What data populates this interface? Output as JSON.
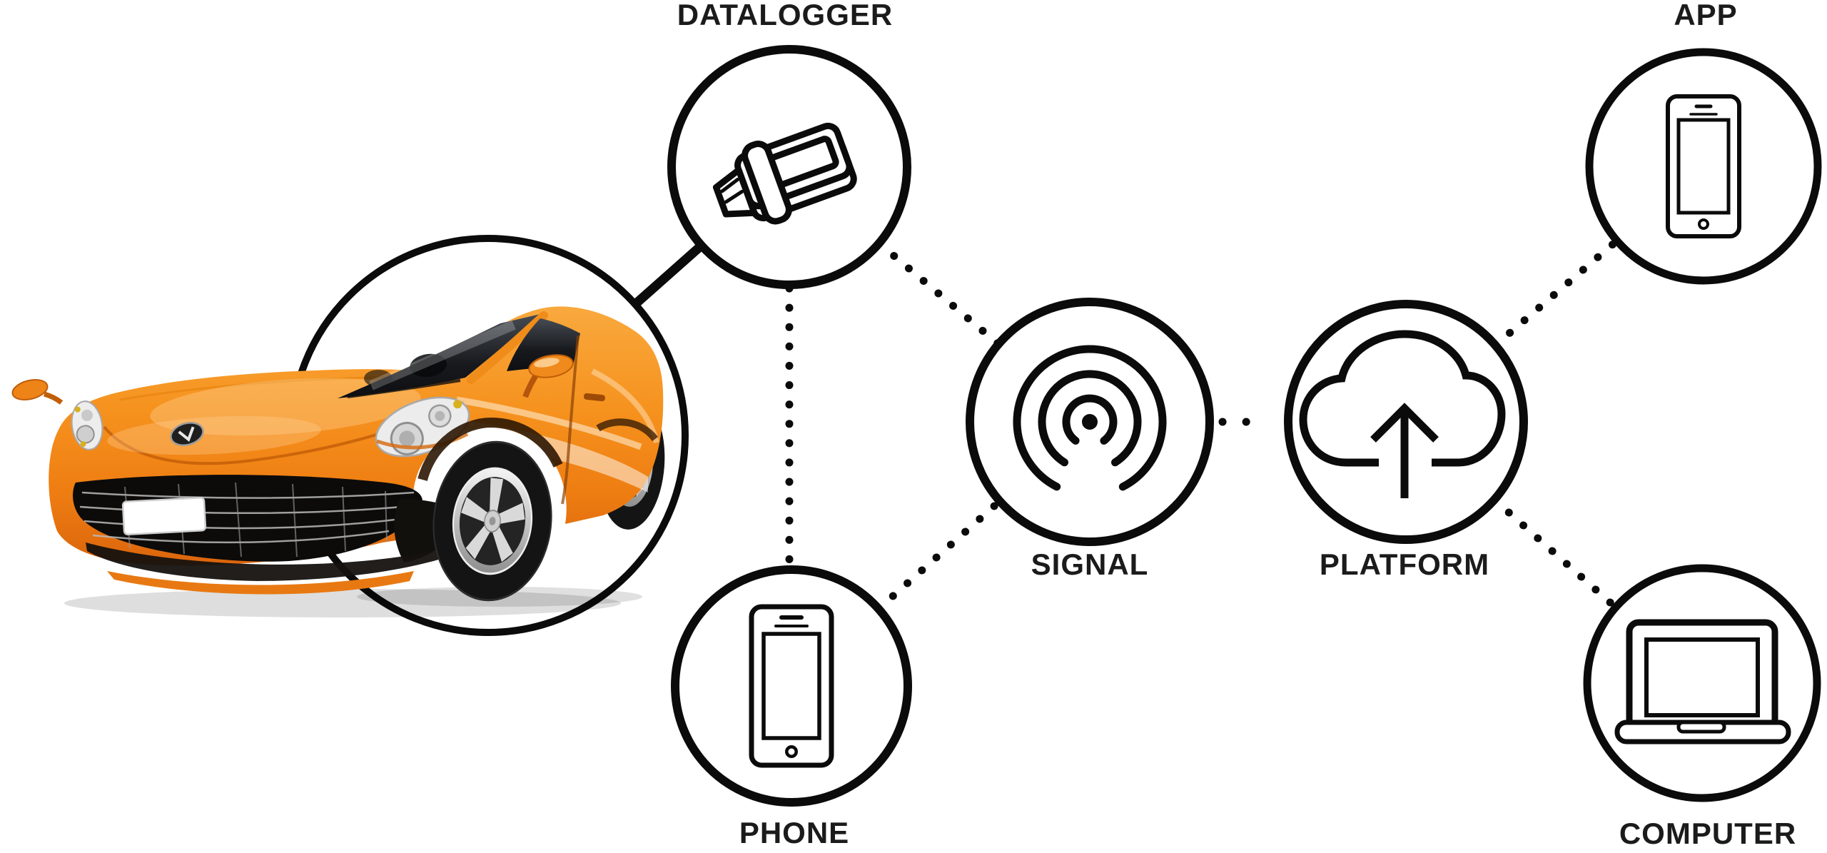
{
  "diagram": {
    "background_color": "#ffffff",
    "stroke_color": "#0b0b0b",
    "label_color": "#1b1b1b",
    "car": {
      "name": "car",
      "description": "orange sports car photo inside circle",
      "body_color": "#f6921e",
      "shadow_orange": "#db650c",
      "highlight_color": "#ffd9a0",
      "glass_color": "#17191d"
    },
    "nodes": {
      "datalogger": {
        "label": "DATALOGGER",
        "icon": "obd-dongle-icon",
        "label_position": "top"
      },
      "phone": {
        "label": "PHONE",
        "icon": "smartphone-icon",
        "label_position": "bottom"
      },
      "signal": {
        "label": "SIGNAL",
        "icon": "broadcast-signal-icon",
        "label_position": "bottom"
      },
      "platform": {
        "label": "PLATFORM",
        "icon": "cloud-upload-icon",
        "label_position": "bottom"
      },
      "app": {
        "label": "APP",
        "icon": "smartphone-icon",
        "label_position": "top"
      },
      "computer": {
        "label": "COMPUTER",
        "icon": "laptop-icon",
        "label_position": "bottom"
      }
    },
    "connections": [
      {
        "from": "car",
        "to": "datalogger",
        "style": "solid"
      },
      {
        "from": "datalogger",
        "to": "phone",
        "style": "dotted"
      },
      {
        "from": "datalogger",
        "to": "signal",
        "style": "dotted"
      },
      {
        "from": "phone",
        "to": "signal",
        "style": "dotted"
      },
      {
        "from": "signal",
        "to": "platform",
        "style": "dotted"
      },
      {
        "from": "platform",
        "to": "app",
        "style": "dotted"
      },
      {
        "from": "platform",
        "to": "computer",
        "style": "dotted"
      }
    ]
  }
}
